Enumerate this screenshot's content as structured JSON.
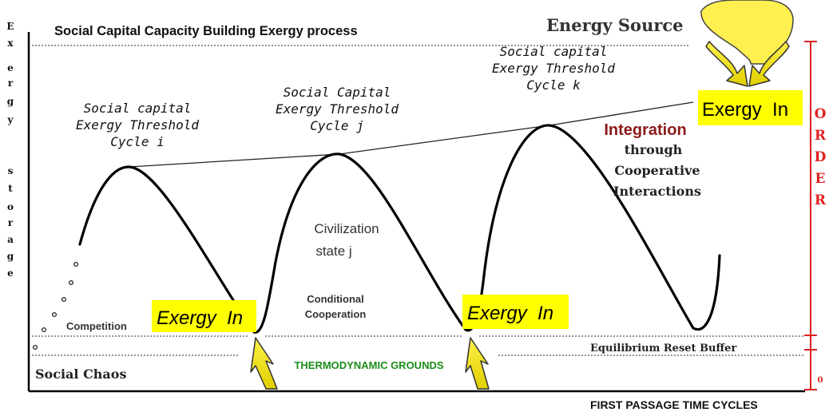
{
  "title": "Social Capital Capacity Building Exergy process",
  "energy_source": "Energy Source",
  "y_axis_label_top": [
    "E",
    "x",
    "e",
    "r",
    "g",
    "y"
  ],
  "y_axis_label_bottom": [
    "s",
    "t",
    "o",
    "r",
    "a",
    "g",
    "e"
  ],
  "x_axis_label": "FIRST PASSAGE TIME CYCLES",
  "cycles": {
    "i": [
      "Social capital",
      "Exergy Threshold",
      "Cycle i"
    ],
    "j": [
      "Social Capital",
      "Exergy Threshold",
      "Cycle j"
    ],
    "k": [
      "Social capital",
      "Exergy Threshold",
      "Cycle k"
    ]
  },
  "exergy_in": "Exergy  In",
  "integration": {
    "heading": "Integration",
    "lines": [
      "through",
      "Cooperative",
      "Interactions"
    ]
  },
  "civilization": [
    "Civilization",
    "state j"
  ],
  "conditional": [
    "Conditional",
    "Cooperation"
  ],
  "competition": "Competition",
  "equilibrium": "Equilibrium Reset Buffer",
  "social_chaos": "Social Chaos",
  "thermodynamic": "THERMODYNAMIC GROUNDS",
  "order": [
    "O",
    "R",
    "D",
    "E",
    "R"
  ],
  "zero": "0",
  "colors": {
    "highlight": "#ffff00",
    "order_red": "#e02020",
    "integration_red": "#8b1a1a",
    "ground_green": "#1a8c1a",
    "arrow_yellow": "#f2e600"
  }
}
